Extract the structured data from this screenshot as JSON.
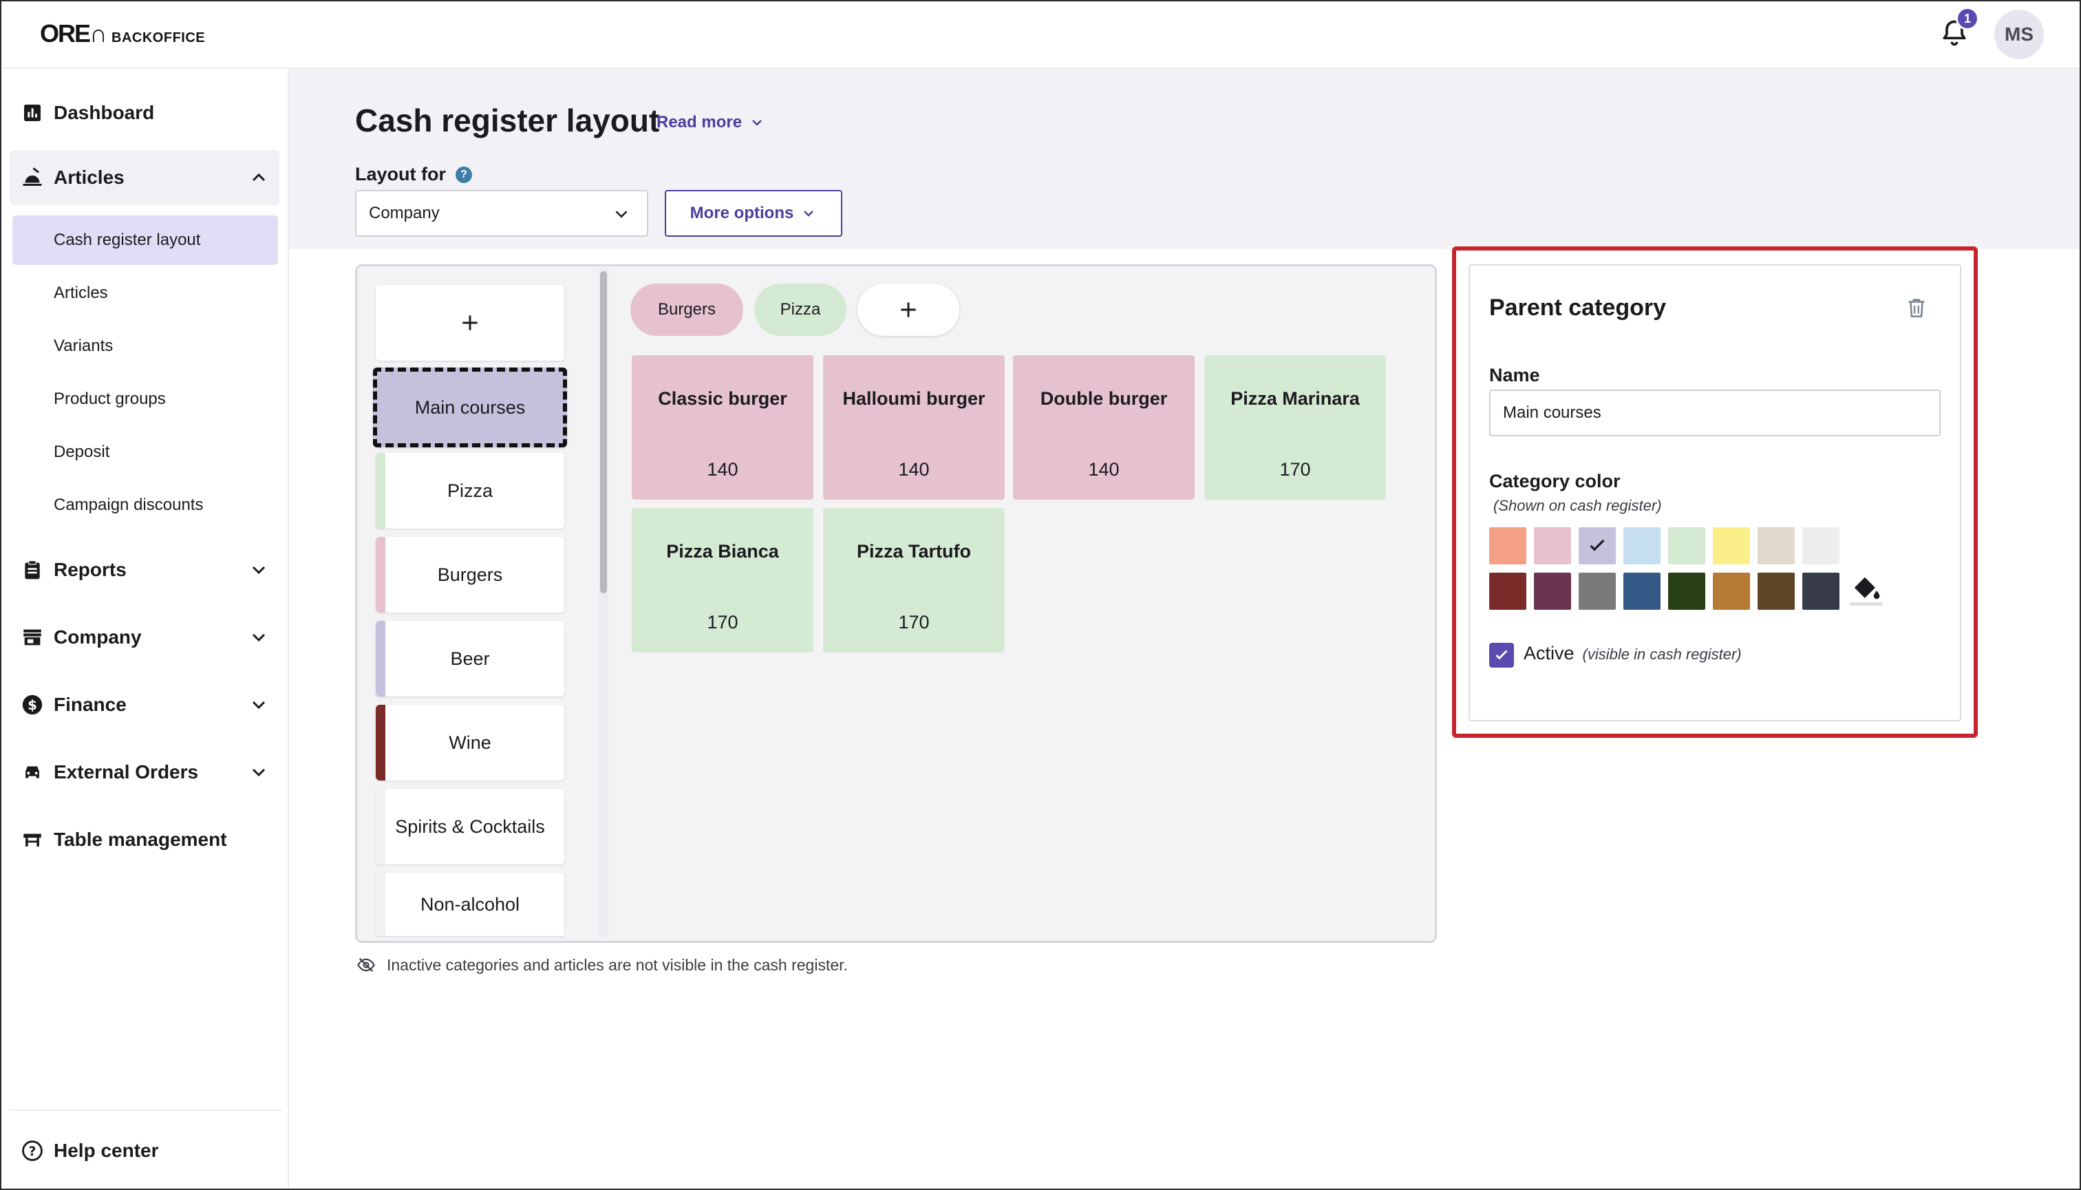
{
  "header": {
    "logo_mark": "ORE∩",
    "logo_text": "BACKOFFICE",
    "notification_count": "1",
    "avatar_initials": "MS"
  },
  "sidebar": {
    "dashboard": "Dashboard",
    "articles": "Articles",
    "sub_items": [
      "Cash register layout",
      "Articles",
      "Variants",
      "Product groups",
      "Deposit",
      "Campaign discounts"
    ],
    "reports": "Reports",
    "company": "Company",
    "finance": "Finance",
    "external_orders": "External Orders",
    "table_management": "Table management",
    "help_center": "Help center"
  },
  "page": {
    "title": "Cash register layout",
    "read_more": "Read more",
    "layout_for_label": "Layout for",
    "help_glyph": "?",
    "layout_for_value": "Company",
    "more_options": "More options",
    "hint": "Inactive categories and articles are not visible in the cash register."
  },
  "categories": [
    {
      "label": "Main courses",
      "color": "#c4c1dd"
    },
    {
      "label": "Pizza",
      "color": "#d5ead3"
    },
    {
      "label": "Burgers",
      "color": "#e6c2d1"
    },
    {
      "label": "Beer",
      "color": "#c4c1dd"
    },
    {
      "label": "Wine",
      "color": "#7b2a2a"
    },
    {
      "label": "Spirits & Cocktails",
      "color": "#f2f2f4"
    },
    {
      "label": "Non-alcohol",
      "color": "#f2f2f4"
    }
  ],
  "tabs": [
    {
      "label": "Burgers",
      "color": "#e6c2d1"
    },
    {
      "label": "Pizza",
      "color": "#d5ead3"
    }
  ],
  "articles": [
    {
      "name": "Classic burger",
      "price": "140",
      "color": "#e6c2d1"
    },
    {
      "name": "Halloumi burger",
      "price": "140",
      "color": "#e6c2d1"
    },
    {
      "name": "Double burger",
      "price": "140",
      "color": "#e6c2d1"
    },
    {
      "name": "Pizza Marinara",
      "price": "170",
      "color": "#d5ead3"
    },
    {
      "name": "Pizza Bianca",
      "price": "170",
      "color": "#d5ead3"
    },
    {
      "name": "Pizza Tartufo",
      "price": "170",
      "color": "#d5ead3"
    }
  ],
  "panel": {
    "title": "Parent category",
    "name_label": "Name",
    "name_value": "Main courses",
    "color_label": "Category color",
    "color_sublabel": "(Shown on cash register)",
    "swatches_row1": [
      "#f4a085",
      "#e6c2d1",
      "#c4c1dd",
      "#c5dff0",
      "#d5ead3",
      "#fbef8a",
      "#e2d8cc",
      "#eeeeef"
    ],
    "swatches_row2": [
      "#7b2a2a",
      "#6b3550",
      "#7a7a7d",
      "#335a86",
      "#283e15",
      "#b57b35",
      "#5f4426",
      "#363b47"
    ],
    "selected_swatch": "#c4c1dd",
    "active_label": "Active",
    "active_note": "(visible in cash register)",
    "highlight_color": "#c8242c"
  }
}
